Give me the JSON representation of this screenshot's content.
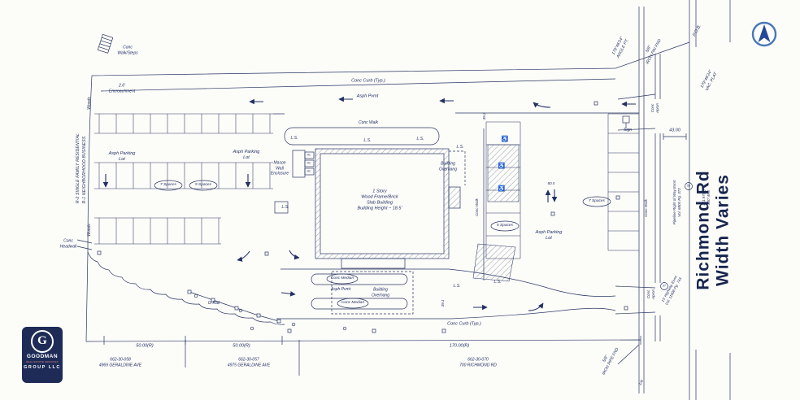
{
  "road": {
    "line1": "Richmond Rd",
    "line2": "Width Varies"
  },
  "logo": {
    "initial": "G",
    "name": "GOODMAN",
    "subtitle": "REAL ESTATE SERVICES",
    "suffix": "GROUP LLC"
  },
  "icons": {
    "handicap": "♿"
  },
  "labels": [
    {
      "text": "Conc\nWalk/Steps"
    },
    {
      "text": "2.6'\nEncroachment"
    },
    {
      "text": "Conc Curb (Typ.)"
    },
    {
      "text": "Asph Pvmt"
    },
    {
      "text": "Conc Walk"
    },
    {
      "text": "L.S."
    },
    {
      "text": "L.S."
    },
    {
      "text": "L.S."
    },
    {
      "text": "L.S."
    },
    {
      "text": "L.S."
    },
    {
      "text": "L.S."
    },
    {
      "text": "L.S."
    },
    {
      "text": "Asph Parking\nLot"
    },
    {
      "text": "Asph Parking\nLot"
    },
    {
      "text": "Asph Parking\nLot"
    },
    {
      "text": "Mason\nWall\nEnclosure"
    },
    {
      "text": "1 Story\nWood Frame/Brick\nSlab Building\nBuilding Height ~ 18.5'"
    },
    {
      "text": "Building\nOverhang"
    },
    {
      "text": "Building\nOverhang"
    },
    {
      "text": "7 Spaces"
    },
    {
      "text": "9 Spaces"
    },
    {
      "text": "5 Spaces"
    },
    {
      "text": "7 Spaces"
    },
    {
      "text": "Conc Median"
    },
    {
      "text": "Conc Median"
    },
    {
      "text": "Asph Pvmt"
    },
    {
      "text": "Conc Curb (Typ.)"
    },
    {
      "text": "G-Rail"
    },
    {
      "text": "Conc\nHeadwall"
    },
    {
      "text": "Woods"
    },
    {
      "text": "Woods"
    },
    {
      "text": "R-2 SINGLE FAMILY RESIDENTIAL"
    },
    {
      "text": "R-1 NEIGHBORHOOD BUSINESS"
    },
    {
      "text": "50.00(R)"
    },
    {
      "text": "50.00(R)"
    },
    {
      "text": "170.00(R)"
    },
    {
      "text": "662-30-058\n4969 GERALDINE AVE"
    },
    {
      "text": "662-30-057\n4975 GERALDINE AVE"
    },
    {
      "text": "662-30-070\n700 RICHMOND RD"
    },
    {
      "text": "P.O.B."
    },
    {
      "text": "179°46'24\"\nANGLE PT."
    },
    {
      "text": "5/8\"\nIRON PIN FND"
    },
    {
      "text": "179°46'24\"\nVAC. PLAT"
    },
    {
      "text": "43.00"
    },
    {
      "text": "Sign"
    },
    {
      "text": "Conc\nApron"
    },
    {
      "text": "Conc\nApron"
    },
    {
      "text": "Conc Walk"
    },
    {
      "text": "Conc Walk"
    },
    {
      "text": "Pipeline Right of Way Esmt\nVol. 6800 Pg. 372"
    },
    {
      "text": "131.97(R)\nS00°45'E"
    },
    {
      "text": "15' Highway Esmt\nVol. 11006 Pg. 743"
    },
    {
      "text": "5/8\"\nIRON PIPE FND"
    },
    {
      "text": "1/4"
    },
    {
      "text": "39.2"
    },
    {
      "text": "80.5"
    },
    {
      "text": "39.1"
    },
    {
      "text": "AC"
    },
    {
      "text": "AC"
    },
    {
      "text": "AC"
    },
    {
      "text": "55"
    },
    {
      "text": "37"
    }
  ]
}
